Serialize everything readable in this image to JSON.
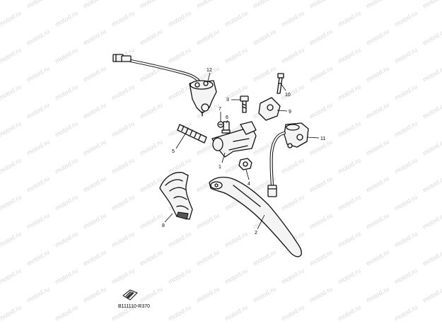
{
  "watermark": "motod.ru",
  "parts": [
    {
      "id": "part-1",
      "number": "1"
    },
    {
      "id": "part-2",
      "number": "2"
    },
    {
      "id": "part-3",
      "number": "3"
    },
    {
      "id": "part-4",
      "number": "4"
    },
    {
      "id": "part-5",
      "number": "5"
    },
    {
      "id": "part-6",
      "number": "6"
    },
    {
      "id": "part-7",
      "number": "7"
    },
    {
      "id": "part-8",
      "number": "8"
    },
    {
      "id": "part-9",
      "number": "9"
    },
    {
      "id": "part-10",
      "number": "10"
    },
    {
      "id": "part-11",
      "number": "11"
    },
    {
      "id": "part-12",
      "number": "12"
    }
  ],
  "diagram_code": "B111110-R370"
}
